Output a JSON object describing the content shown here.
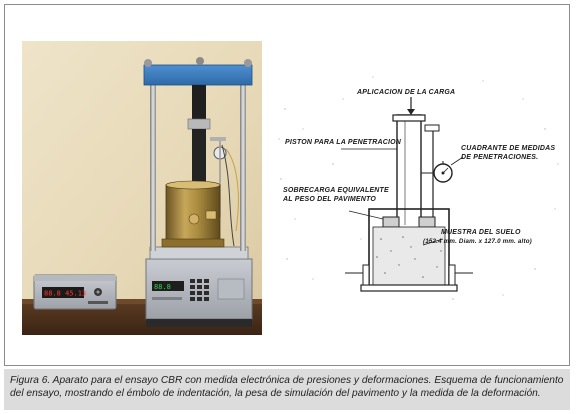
{
  "figure": {
    "caption": "Figura 6. Aparato para el ensayo CBR con medida electrónica de presiones y deformaciones. Esquema de funcionamiento del ensayo, mostrando el émbolo de indentación, la pesa de simulación del pavimento y la medida de la deformación."
  },
  "diagram": {
    "labels": {
      "load": "APLICACION DE LA CARGA",
      "piston": "PISTON PARA LA PENETRACION",
      "dial_line1": "CUADRANTE DE MEDIDAS",
      "dial_line2": "DE PENETRACIONES.",
      "surcharge_line1": "SOBRECARGA EQUIVALENTE",
      "surcharge_line2": "AL PESO DEL PAVIMENTO",
      "sample_line1": "MUESTRA DEL SUELO",
      "sample_line2": "(152.4 mm. Diam. x 127.0 mm. alto)"
    }
  },
  "photo": {
    "left_display": "88.8  45.13",
    "right_display": "88.8"
  }
}
